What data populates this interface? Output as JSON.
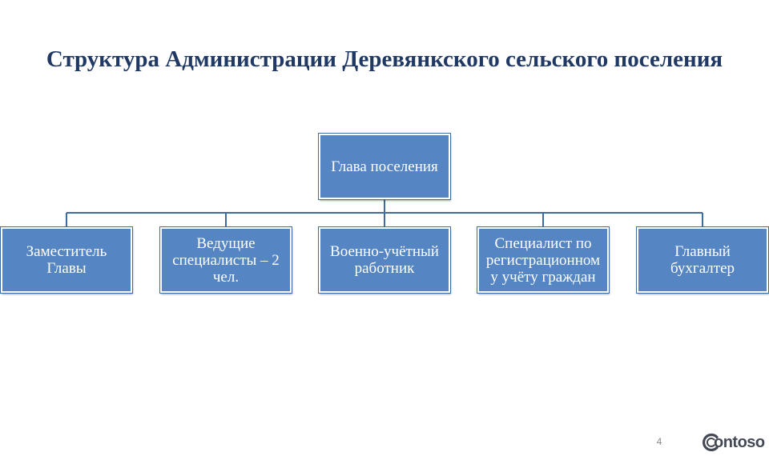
{
  "title": "Структура Администрации Деревянкского сельского поселения",
  "org_chart": {
    "root": "Глава поселения",
    "children": [
      "Заместитель\nГлавы",
      "Ведущие\nспециалисты – 2\nчел.",
      "Военно-учётный\nработник",
      "Специалист по\nрегистрационном\nу учёту граждан",
      "Главный\nбухгалтер"
    ]
  },
  "footer": {
    "page_number": "4",
    "logo_text": "ontoso"
  },
  "colors": {
    "title": "#1f3864",
    "box_fill": "#5586c3",
    "box_outline": "#3e6ba0",
    "connector": "#3e6ba0"
  }
}
